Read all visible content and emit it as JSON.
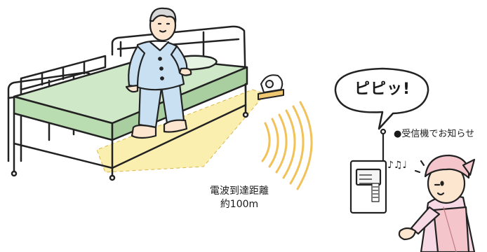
{
  "callout": {
    "text": "ピピッ!"
  },
  "receiver": {
    "note": "●受信機でお知らせ"
  },
  "range": {
    "line1": "電波到達距離",
    "line2": "約100m"
  },
  "colors": {
    "outline": "#222222",
    "mattress": "#cfe8c8",
    "sensor_beam": "#fbefb0",
    "signal_waves": "#f2c25a",
    "pajamas": "#c9e0f3",
    "apron": "#f4c6cc",
    "skin": "#fde6cf"
  },
  "icons": [
    "bed-illustration",
    "sensor-icon",
    "signal-wave-icon",
    "receiver-icon",
    "music-note-icon",
    "speech-bubble"
  ]
}
